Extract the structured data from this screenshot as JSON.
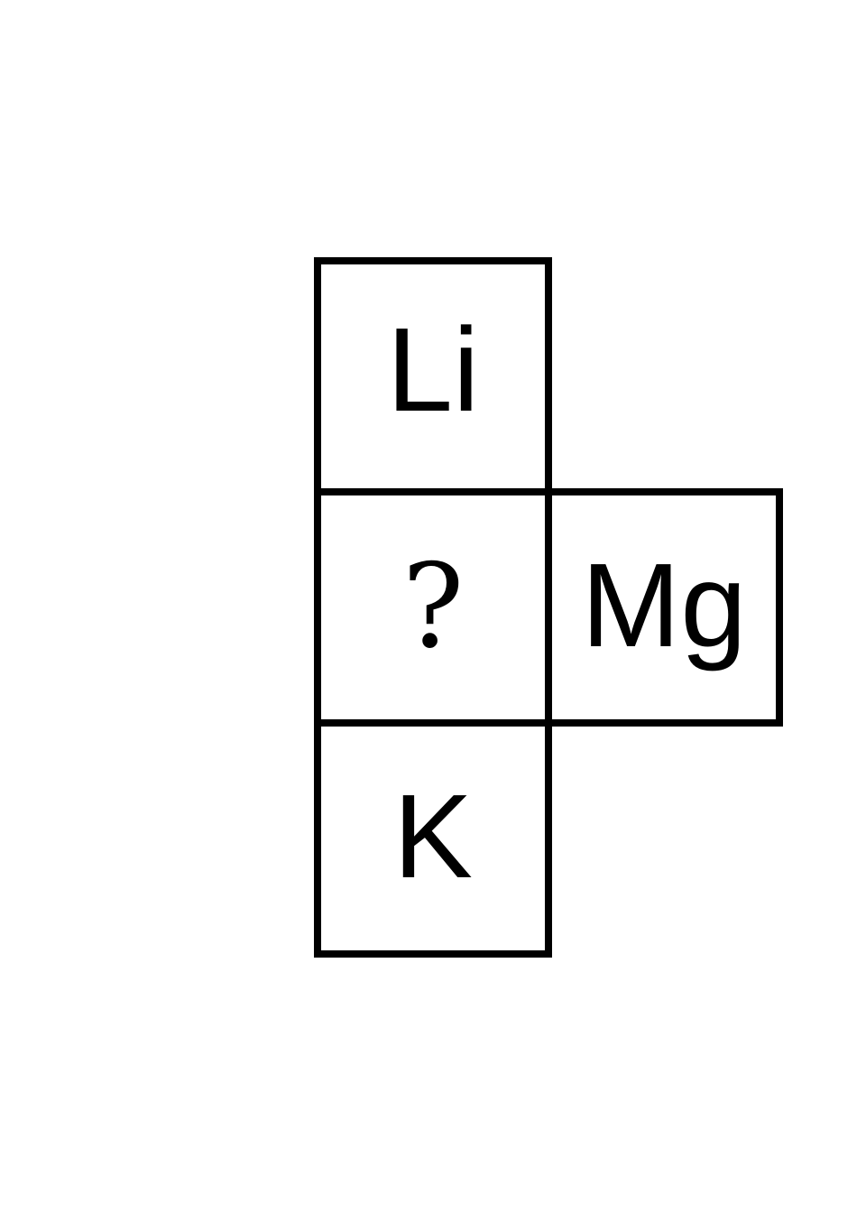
{
  "diagram": {
    "cells": {
      "li": "Li",
      "unknown": "?",
      "mg": "Mg",
      "k": "K"
    }
  }
}
